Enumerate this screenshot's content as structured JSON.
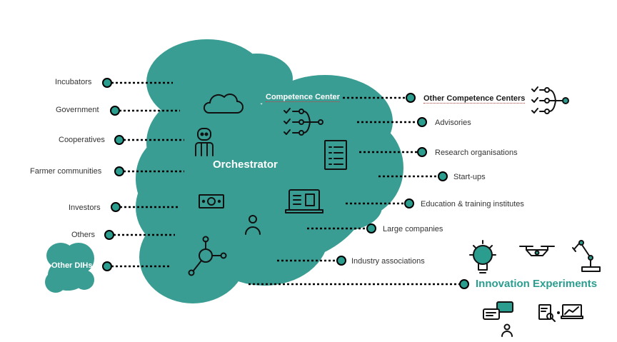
{
  "center": {
    "title": "Orchestrator"
  },
  "competence_center": {
    "title": "Competence Center"
  },
  "other_dihs": {
    "title": "Other DIHs"
  },
  "innovation": {
    "title": "Innovation Experiments"
  },
  "left_stakeholders": [
    "Incubators",
    "Government",
    "Cooperatives",
    "Farmer communities",
    "Investors",
    "Others"
  ],
  "right_stakeholders": [
    "Other Competence Centers",
    "Advisories",
    "Research organisations",
    "Start-ups",
    "Education & training institutes",
    "Large companies",
    "Industry associations"
  ],
  "colors": {
    "teal": "#3a9d93",
    "accent": "#2a9d8f",
    "dark": "#1a1a1a"
  },
  "icons": [
    "cloud-icon",
    "robot-icon",
    "checklist-network-icon",
    "document-icon",
    "money-icon",
    "laptop-icon",
    "person-icon",
    "network-icon",
    "lightbulb-icon",
    "drone-icon",
    "robot-arm-icon",
    "chat-person-icon",
    "analytics-icon"
  ]
}
